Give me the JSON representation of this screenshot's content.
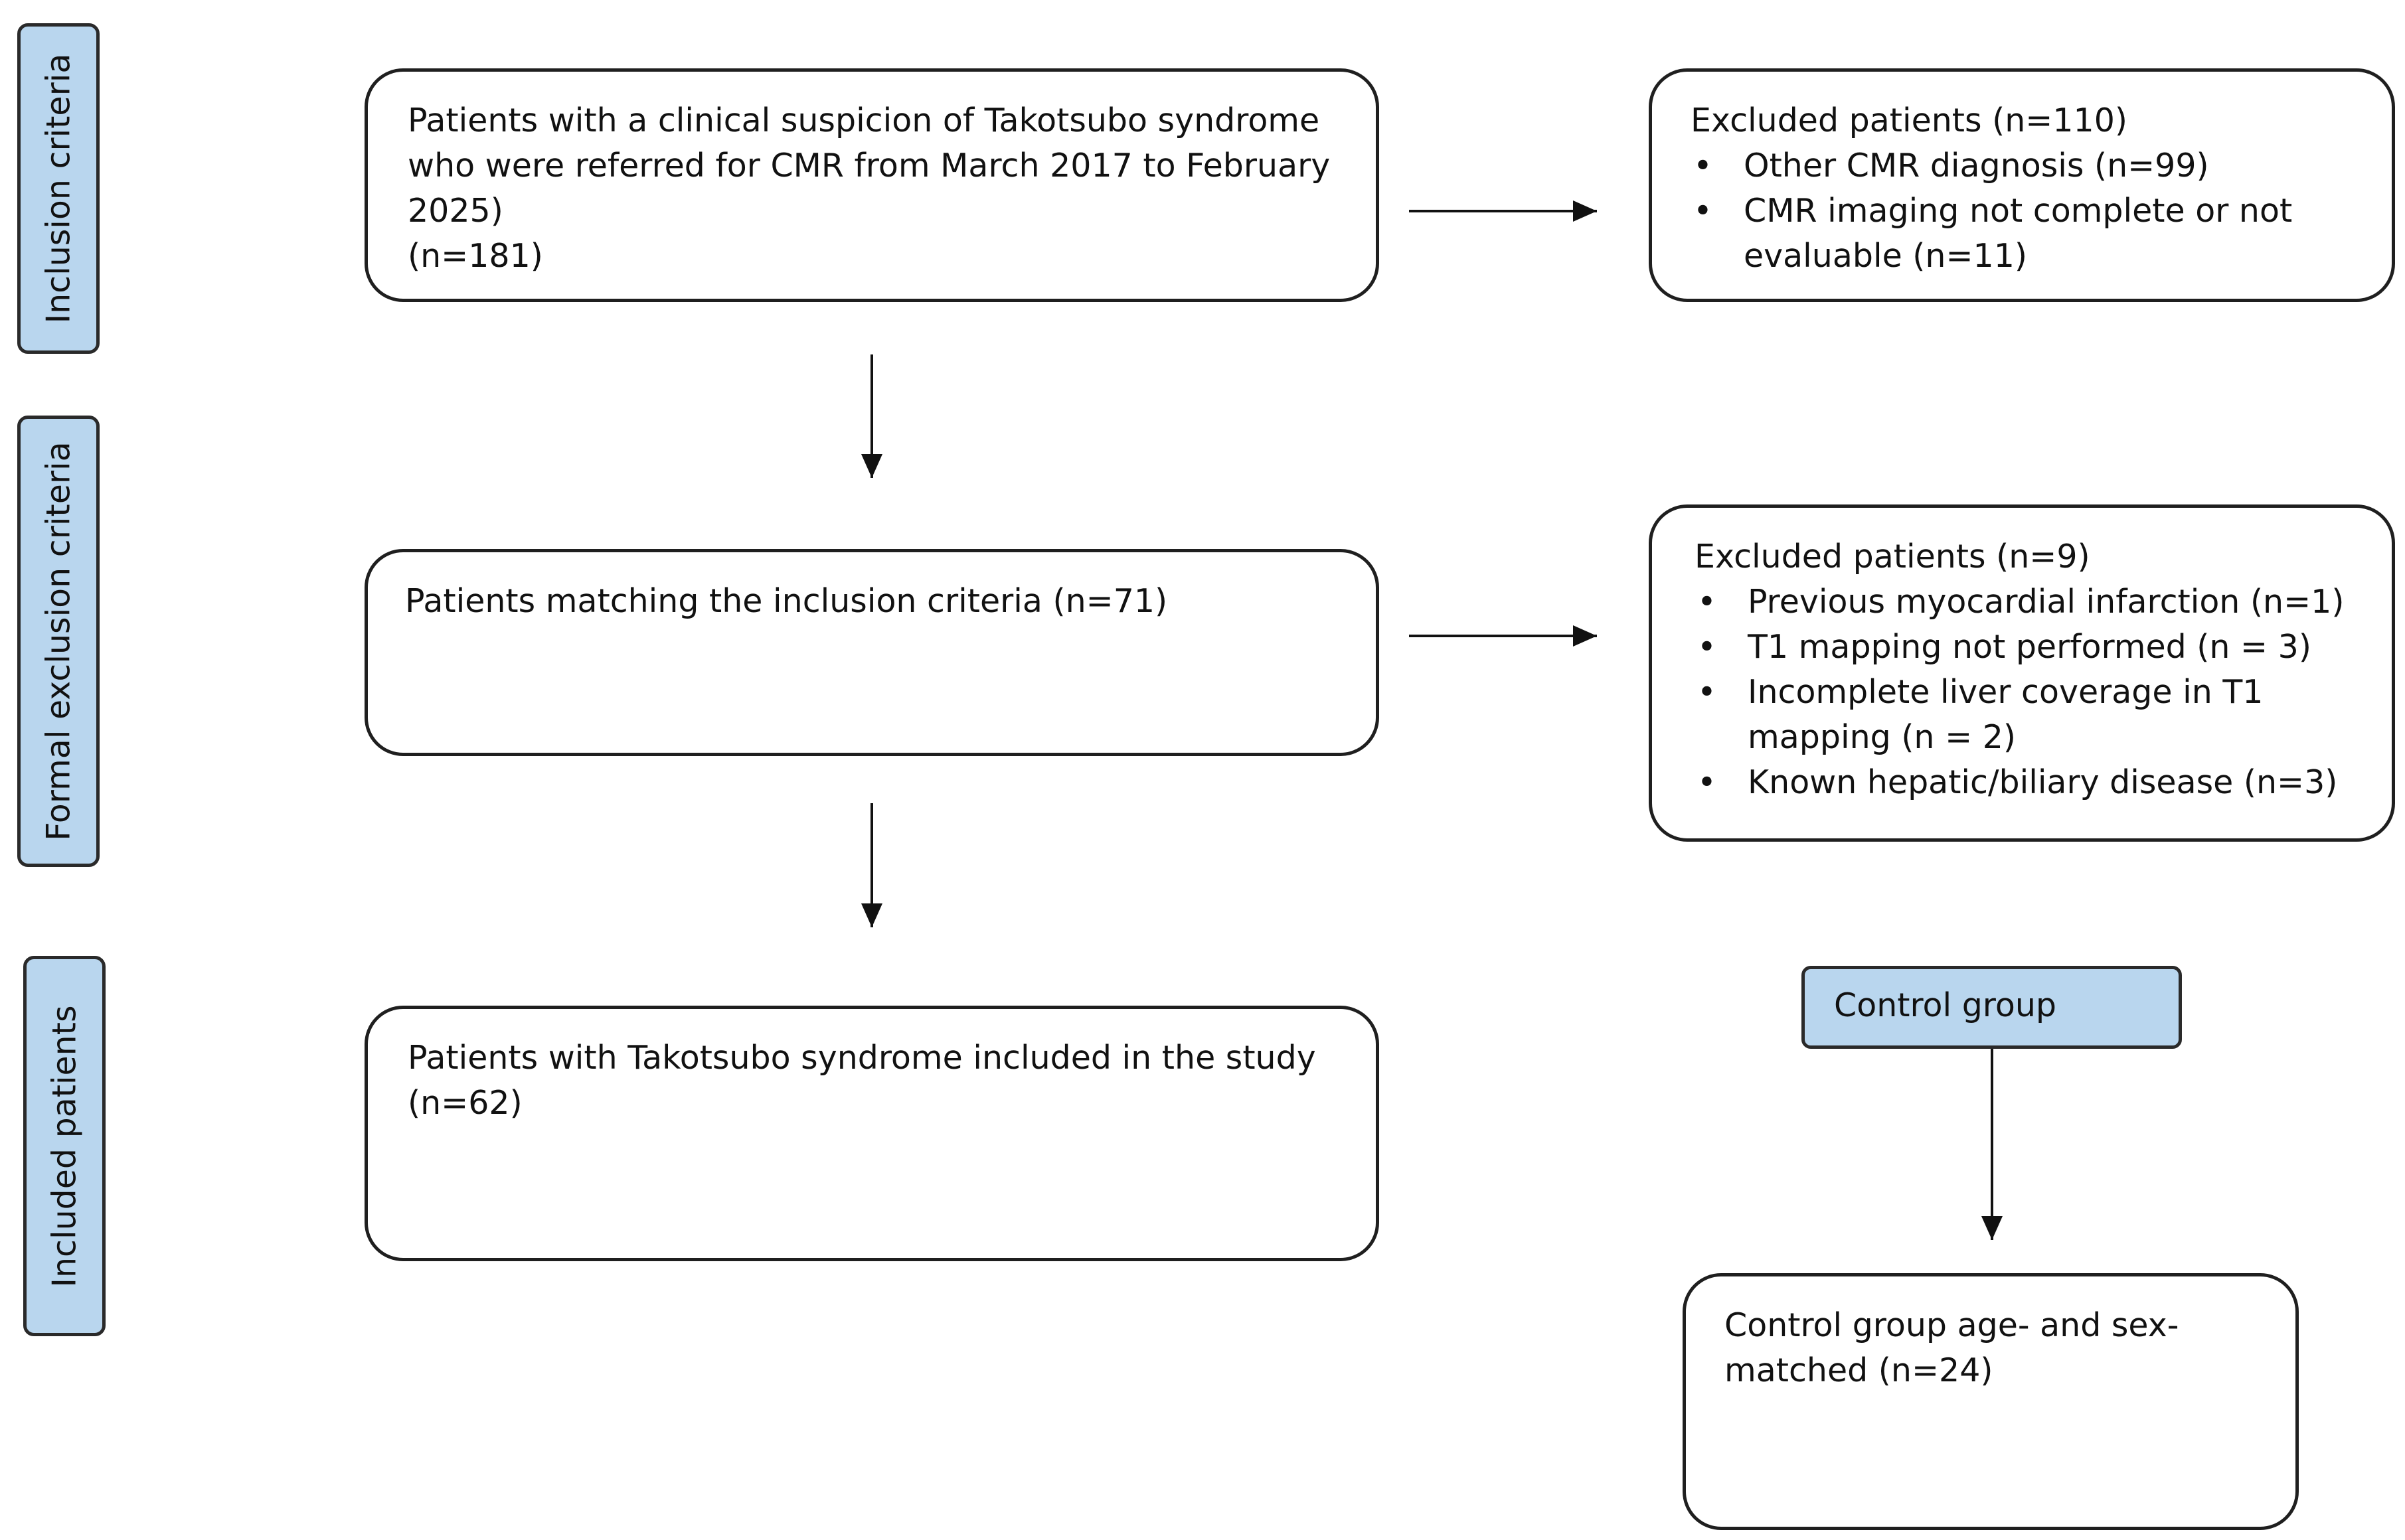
{
  "stages": {
    "inclusion": "Inclusion criteria",
    "exclusion": "Formal exclusion criteria",
    "included": "Included patients"
  },
  "boxes": {
    "suspicion": {
      "lines": [
        "Patients with a clinical suspicion of Takotsubo syndrome",
        "who were referred for CMR from March 2017 to February",
        "2025)",
        "(n=181)"
      ]
    },
    "excluded_first": {
      "title": "Excluded patients (n=110)",
      "items": [
        {
          "lines": [
            "Other CMR diagnosis (n=99)"
          ]
        },
        {
          "lines": [
            "CMR imaging not complete or not",
            "evaluable (n=11)"
          ]
        }
      ]
    },
    "matching": {
      "lines": [
        "Patients matching the inclusion criteria (n=71)"
      ]
    },
    "excluded_second": {
      "title": "Excluded patients (n=9)",
      "items": [
        {
          "lines": [
            "Previous myocardial infarction (n=1)"
          ]
        },
        {
          "lines": [
            "T1 mapping not performed (n = 3)"
          ]
        },
        {
          "lines": [
            "Incomplete liver coverage in T1",
            "mapping (n = 2)"
          ]
        },
        {
          "lines": [
            "Known hepatic/biliary disease (n=3)"
          ]
        }
      ]
    },
    "included": {
      "lines": [
        "Patients with Takotsubo syndrome included in the study",
        "(n=62)"
      ]
    },
    "control_header": "Control group",
    "control": {
      "lines": [
        "Control group age- and sex-",
        "matched  (n=24)"
      ]
    }
  },
  "bullet_char": "•",
  "colors": {
    "stage_fill": "#b9d6ee",
    "border": "#1f1f1f",
    "arrow": "#111111"
  }
}
